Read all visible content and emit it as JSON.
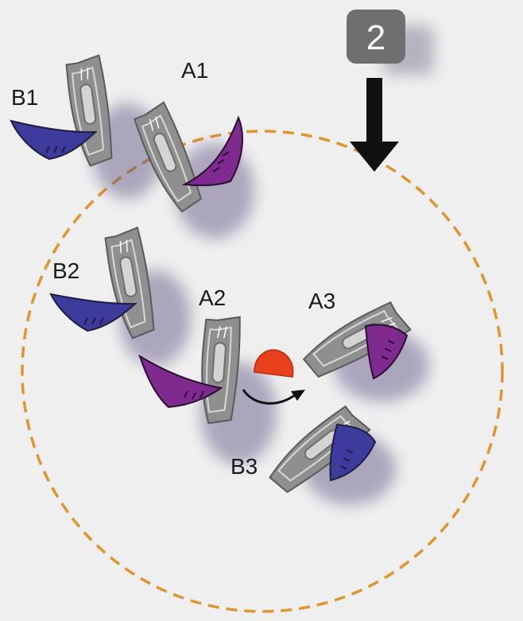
{
  "badge": {
    "text": "2"
  },
  "boats": [
    {
      "id": "b1",
      "label": "B1",
      "team": "B"
    },
    {
      "id": "a1",
      "label": "A1",
      "team": "A"
    },
    {
      "id": "b2",
      "label": "B2",
      "team": "B"
    },
    {
      "id": "a2",
      "label": "A2",
      "team": "A"
    },
    {
      "id": "a3",
      "label": "A3",
      "team": "A"
    },
    {
      "id": "b3",
      "label": "B3",
      "team": "B"
    }
  ],
  "colors": {
    "background": "#efefef",
    "zone_circle": "#e0952e",
    "mark": "#e8411b",
    "hull": "#8f8f8f",
    "team_A_sail": "#7e2a8f",
    "team_B_sail": "#3d3b9c",
    "badge": "#6f6f6f",
    "wind_arrow": "#111111"
  },
  "icons": {
    "wind": "down-arrow-icon",
    "rounding": "curved-arrow-icon"
  }
}
